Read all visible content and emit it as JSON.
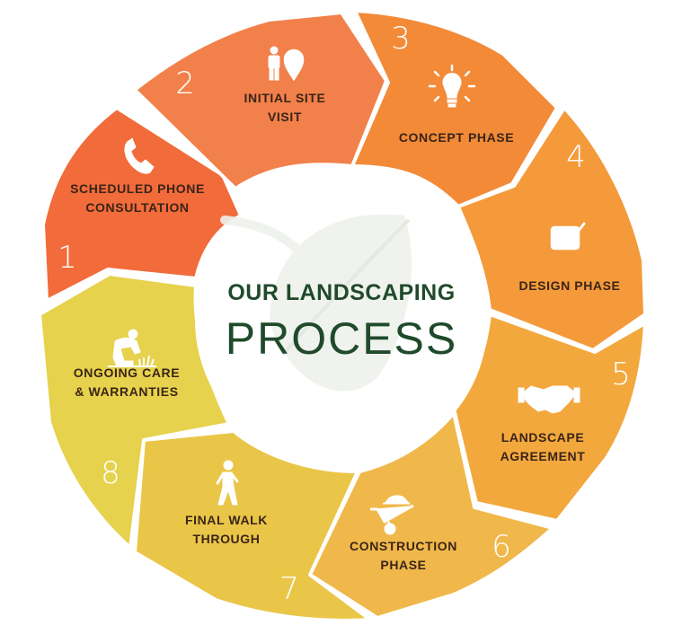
{
  "title": {
    "line1": "OUR LANDSCAPING",
    "line2": "PROCESS"
  },
  "colors": {
    "center": "#ffffff",
    "title_text": "#1f4a2b",
    "label_text": "#3a2418",
    "leaf": "#eef1ec"
  },
  "steps": [
    {
      "number": "1",
      "label_lines": [
        "SCHEDULED PHONE",
        "CONSULTATION"
      ],
      "icon": "phone-icon",
      "color": "#f26b3a"
    },
    {
      "number": "2",
      "label_lines": [
        "INITIAL SITE",
        "VISIT"
      ],
      "icon": "site-visit-person-pin-icon",
      "color": "#f2804a"
    },
    {
      "number": "3",
      "label_lines": [
        "CONCEPT PHASE"
      ],
      "icon": "lightbulb-icon",
      "color": "#f28a38"
    },
    {
      "number": "4",
      "label_lines": [
        "DESIGN PHASE"
      ],
      "icon": "tablet-stylus-icon",
      "color": "#f49a3a"
    },
    {
      "number": "5",
      "label_lines": [
        "LANDSCAPE",
        "AGREEMENT"
      ],
      "icon": "handshake-icon",
      "color": "#f2a83c"
    },
    {
      "number": "6",
      "label_lines": [
        "CONSTRUCTION",
        "PHASE"
      ],
      "icon": "wheelbarrow-icon",
      "color": "#f0b84a"
    },
    {
      "number": "7",
      "label_lines": [
        "FINAL WALK",
        "THROUGH"
      ],
      "icon": "walking-person-icon",
      "color": "#eac648"
    },
    {
      "number": "8",
      "label_lines": [
        "ONGOING CARE",
        "& WARRANTIES"
      ],
      "icon": "gardener-kneeling-icon",
      "color": "#e6d24c"
    }
  ]
}
